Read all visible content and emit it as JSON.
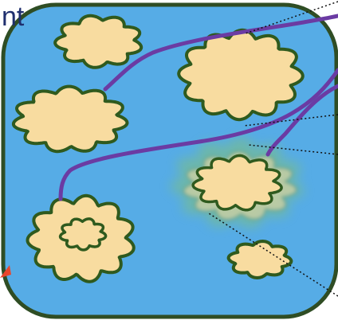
{
  "label_fragment": "nt",
  "colors": {
    "background": "#ffffff",
    "panel_fill": "#56ace6",
    "panel_stroke": "#2f4d24",
    "cloud_fill": "#f8dca0",
    "cloud_stroke": "#2f5a1e",
    "line": "#6b3ba3",
    "pointer_arrow": "#e8452c",
    "text": "#1f2f6e",
    "glow": "#7fc07a"
  },
  "icons": {
    "pointer_arrow": "red-arrow-icon",
    "panel": "rounded-square-panel"
  },
  "clouds": [
    {
      "id": "cloud-top-left",
      "variant": "plain"
    },
    {
      "id": "cloud-left",
      "variant": "plain"
    },
    {
      "id": "cloud-right",
      "variant": "plain"
    },
    {
      "id": "cloud-center",
      "variant": "glowing"
    },
    {
      "id": "cloud-bottom-left",
      "variant": "nested"
    },
    {
      "id": "cloud-small",
      "variant": "plain"
    }
  ],
  "connectors": [
    {
      "id": "line-to-left-cloud"
    },
    {
      "id": "line-to-bottom-left-cloud"
    },
    {
      "id": "line-to-center-cloud"
    }
  ],
  "callout_leaders": [
    {
      "id": "leader-top"
    },
    {
      "id": "leader-right-cloud"
    },
    {
      "id": "leader-center-cloud"
    },
    {
      "id": "leader-bottom"
    }
  ]
}
